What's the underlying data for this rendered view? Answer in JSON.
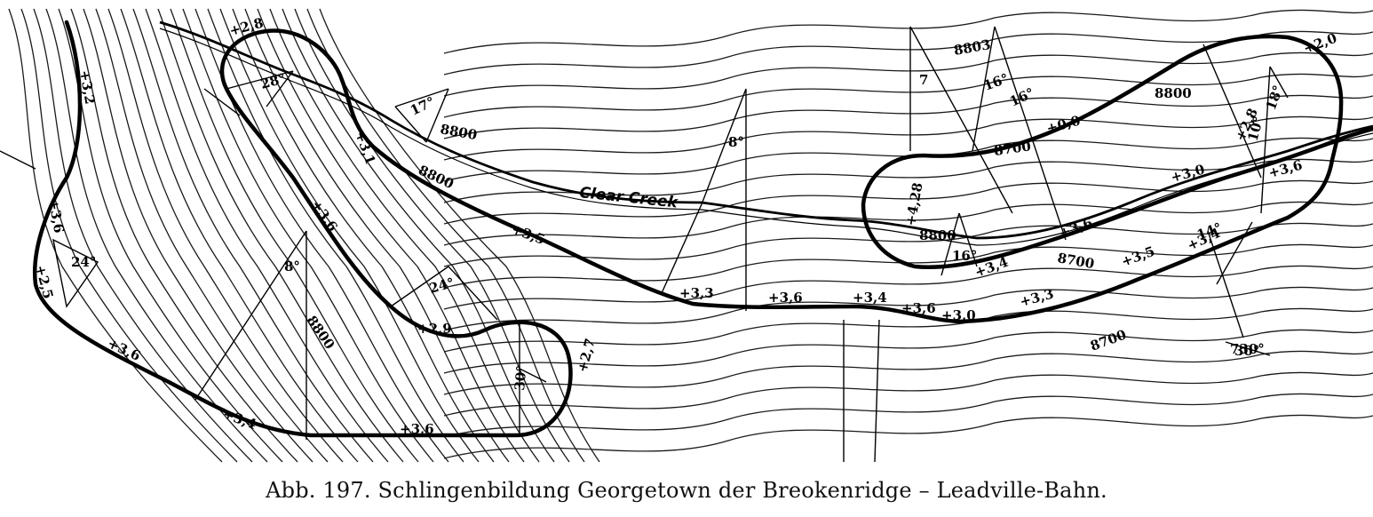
{
  "caption": "Abb. 197. Schlingenbildung Georgetown der Breokenridge – Leadville-Bahn.",
  "map": {
    "creek_label": "Clear Creek",
    "elevation_labels": [
      "8800",
      "8800",
      "8800",
      "8803",
      "8700",
      "8700",
      "8700",
      "8800",
      "8800"
    ],
    "gradient_labels": [
      "+3,2",
      "+3,6",
      "+2,5",
      "+3,6",
      "+3,4",
      "+3,6",
      "+2,8",
      "+3,1",
      "+3,6",
      "+2,9",
      "+2,7",
      "+3,5",
      "+3,3",
      "+3,6",
      "+3,4",
      "+3,6",
      "+3,0",
      "+3,3",
      "+3,4",
      "+3,6",
      "+3,5",
      "+3,4",
      "+3,0",
      "+3,6",
      "+2,0",
      "+0,0",
      "+2,8",
      "+4,28"
    ],
    "angle_labels": [
      "24°",
      "28°",
      "17°",
      "8°",
      "24°",
      "30°",
      "8°",
      "16°",
      "16°",
      "16°",
      "10°",
      "14°",
      "18°",
      "30°",
      "730°",
      "7"
    ]
  }
}
